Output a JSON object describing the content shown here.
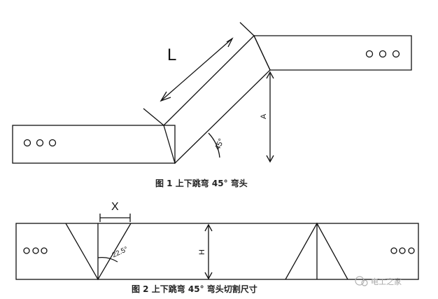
{
  "figure1": {
    "caption": "图 1  上下跳弯 45° 弯头",
    "label_L": "L",
    "label_A": "A",
    "angle": "45°"
  },
  "figure2": {
    "caption": "图 2  上下跳弯 45° 弯头切割尺寸",
    "label_X": "X",
    "label_H": "H",
    "angle": "22.5°"
  },
  "watermark": "电工之家"
}
